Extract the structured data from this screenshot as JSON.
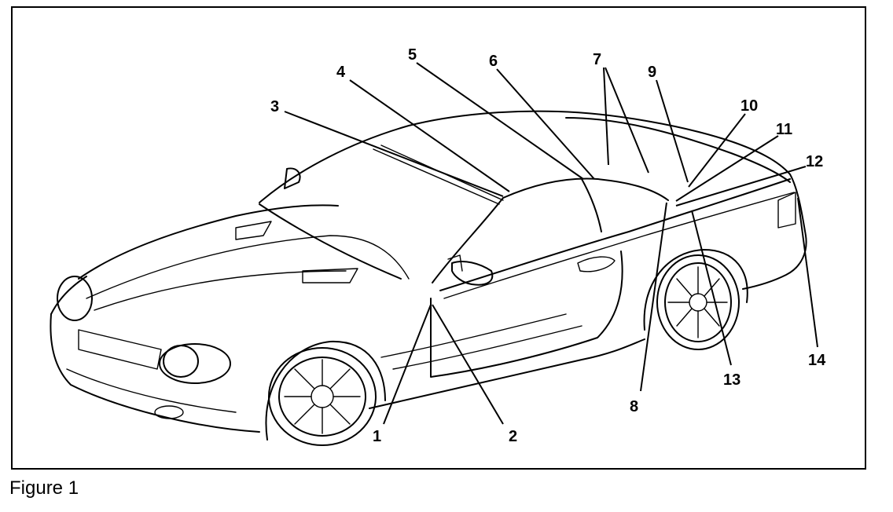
{
  "figure": {
    "caption": "Figure 1",
    "callouts": [
      {
        "id": "1",
        "label": "1"
      },
      {
        "id": "2",
        "label": "2"
      },
      {
        "id": "3",
        "label": "3"
      },
      {
        "id": "4",
        "label": "4"
      },
      {
        "id": "5",
        "label": "5"
      },
      {
        "id": "6",
        "label": "6"
      },
      {
        "id": "7",
        "label": "7"
      },
      {
        "id": "8",
        "label": "8"
      },
      {
        "id": "9",
        "label": "9"
      },
      {
        "id": "10",
        "label": "10"
      },
      {
        "id": "11",
        "label": "11"
      },
      {
        "id": "12",
        "label": "12"
      },
      {
        "id": "13",
        "label": "13"
      },
      {
        "id": "14",
        "label": "14"
      }
    ]
  }
}
